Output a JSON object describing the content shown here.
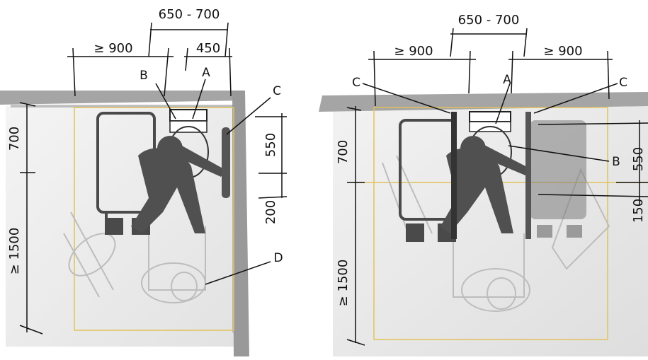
{
  "colors": {
    "wall": "#8f8f8f",
    "zone_outline": "#e2c25a",
    "ink": "#111111",
    "wheelchair_dark": "#4a4a4a",
    "person": "#505050",
    "ghost": "#c9c9c9"
  },
  "left": {
    "dims": {
      "toilet_offset": "650 - 700",
      "side_clear": "≥ 900",
      "wall_to_axis": "450",
      "depth_front": "700",
      "depth_rest": "≥ 1500",
      "grab_bar_len": "550",
      "grab_bar_offset": "200"
    },
    "labels": {
      "a": "A",
      "b": "B",
      "c": "C",
      "d": "D"
    }
  },
  "right": {
    "dims": {
      "toilet_offset": "650 - 700",
      "side_clear_left": "≥ 900",
      "side_clear_right": "≥ 900",
      "depth_front": "700",
      "depth_rest": "≥ 1500",
      "grab_bar_len": "550",
      "grab_bar_offset": "150"
    },
    "labels": {
      "a": "A",
      "b": "B",
      "c_left": "C",
      "c_right": "C"
    }
  }
}
